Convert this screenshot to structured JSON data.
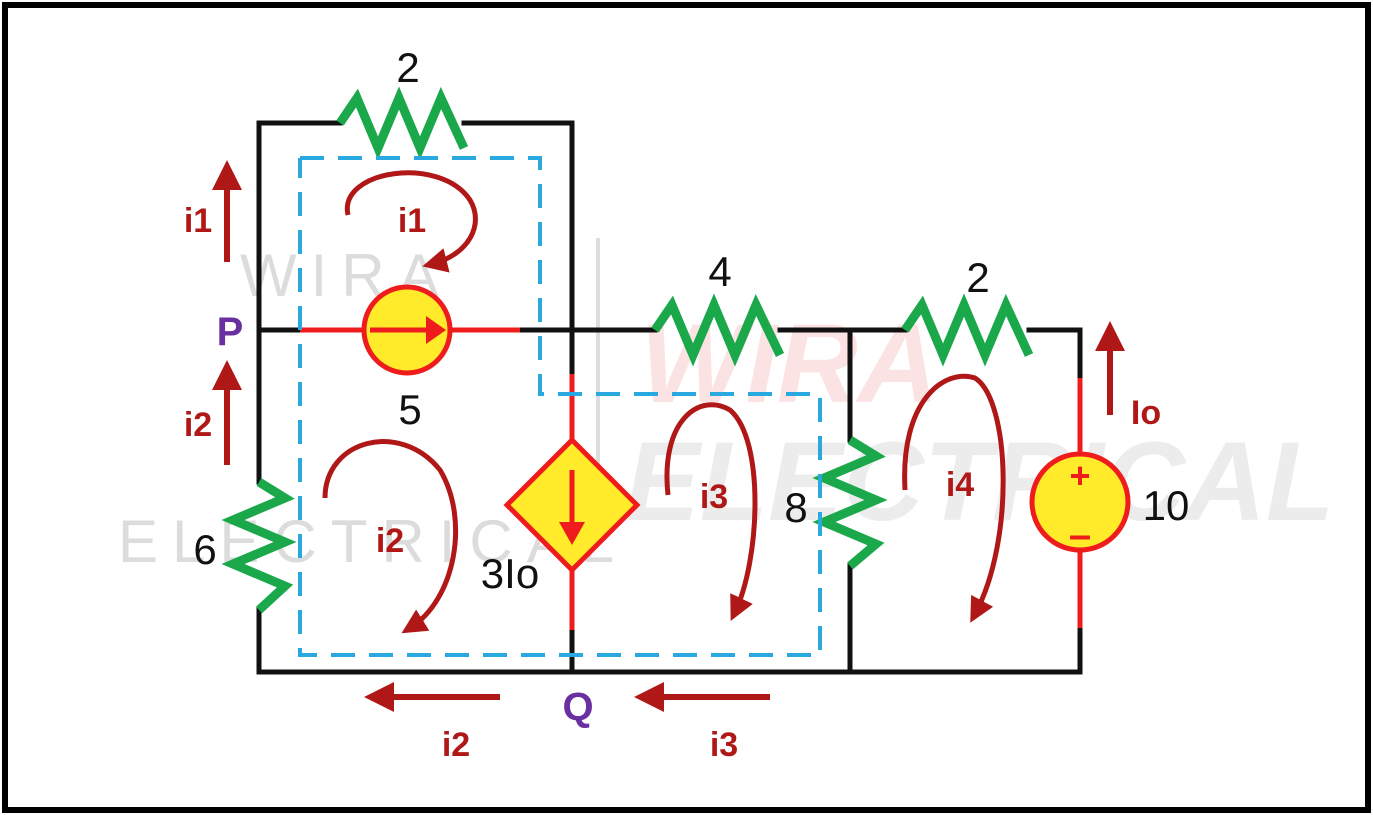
{
  "diagram": {
    "node_labels": {
      "p": "P",
      "q": "Q"
    },
    "resistors": {
      "top": "2",
      "mid": "4",
      "right": "2",
      "center": "8",
      "left": "6"
    },
    "sources": {
      "current_source": "5",
      "dependent_source": "3Io",
      "voltage_source": "10",
      "voltage_plus": "+",
      "voltage_minus": "–"
    },
    "currents": {
      "i1_loop": "i1",
      "i2_loop": "i2",
      "i3_loop": "i3",
      "i4_loop": "i4",
      "i1_branch": "i1",
      "i2_branch": "i2",
      "i2_bottom": "i2",
      "i3_bottom": "i3",
      "io": "Io"
    },
    "watermark": {
      "line1": "WIRA",
      "line2": "ELECTRICAL",
      "brand1": "WIRA",
      "brand2": "ELECTRICAL"
    },
    "colors": {
      "wire": "#111111",
      "resistor": "#1aa84a",
      "source_fill": "#ffeb2a",
      "source_wire": "#ee1c1c",
      "arrow": "#b01818",
      "supermesh": "#2aa8e0",
      "node": "#6a2fa0"
    }
  }
}
